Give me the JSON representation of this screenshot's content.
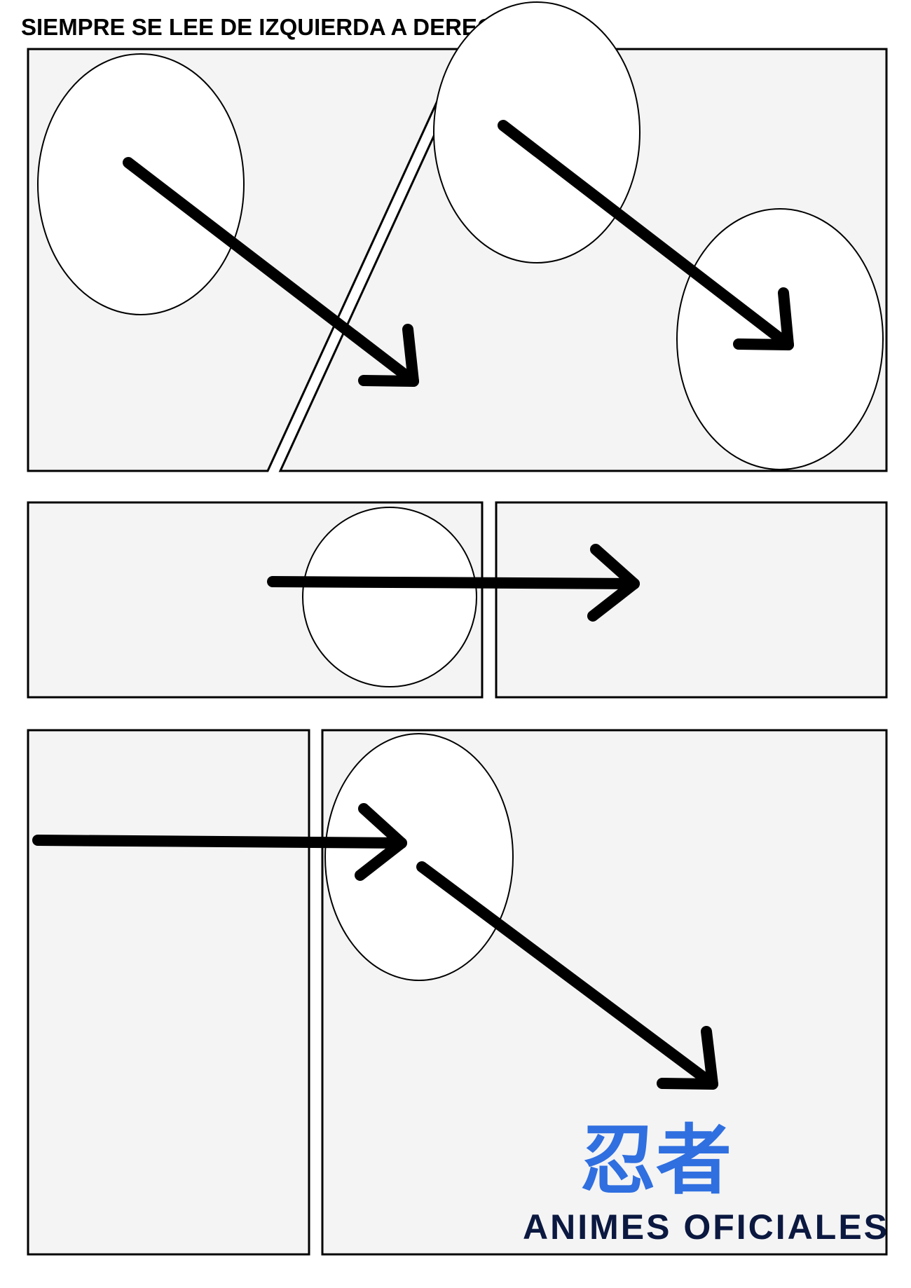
{
  "page": {
    "instruction": "SIEMPRE SE LEE DE IZQUIERDA A DERECHA!"
  },
  "watermark": {
    "kanji": "忍者",
    "text": "ANIMES OFICIALES"
  },
  "colors": {
    "panel_fill": "#f4f4f4",
    "bubble_fill": "#ffffff",
    "ink": "#000000",
    "logo_blue": "#2f6fe0",
    "logo_dark": "#0b1840"
  }
}
